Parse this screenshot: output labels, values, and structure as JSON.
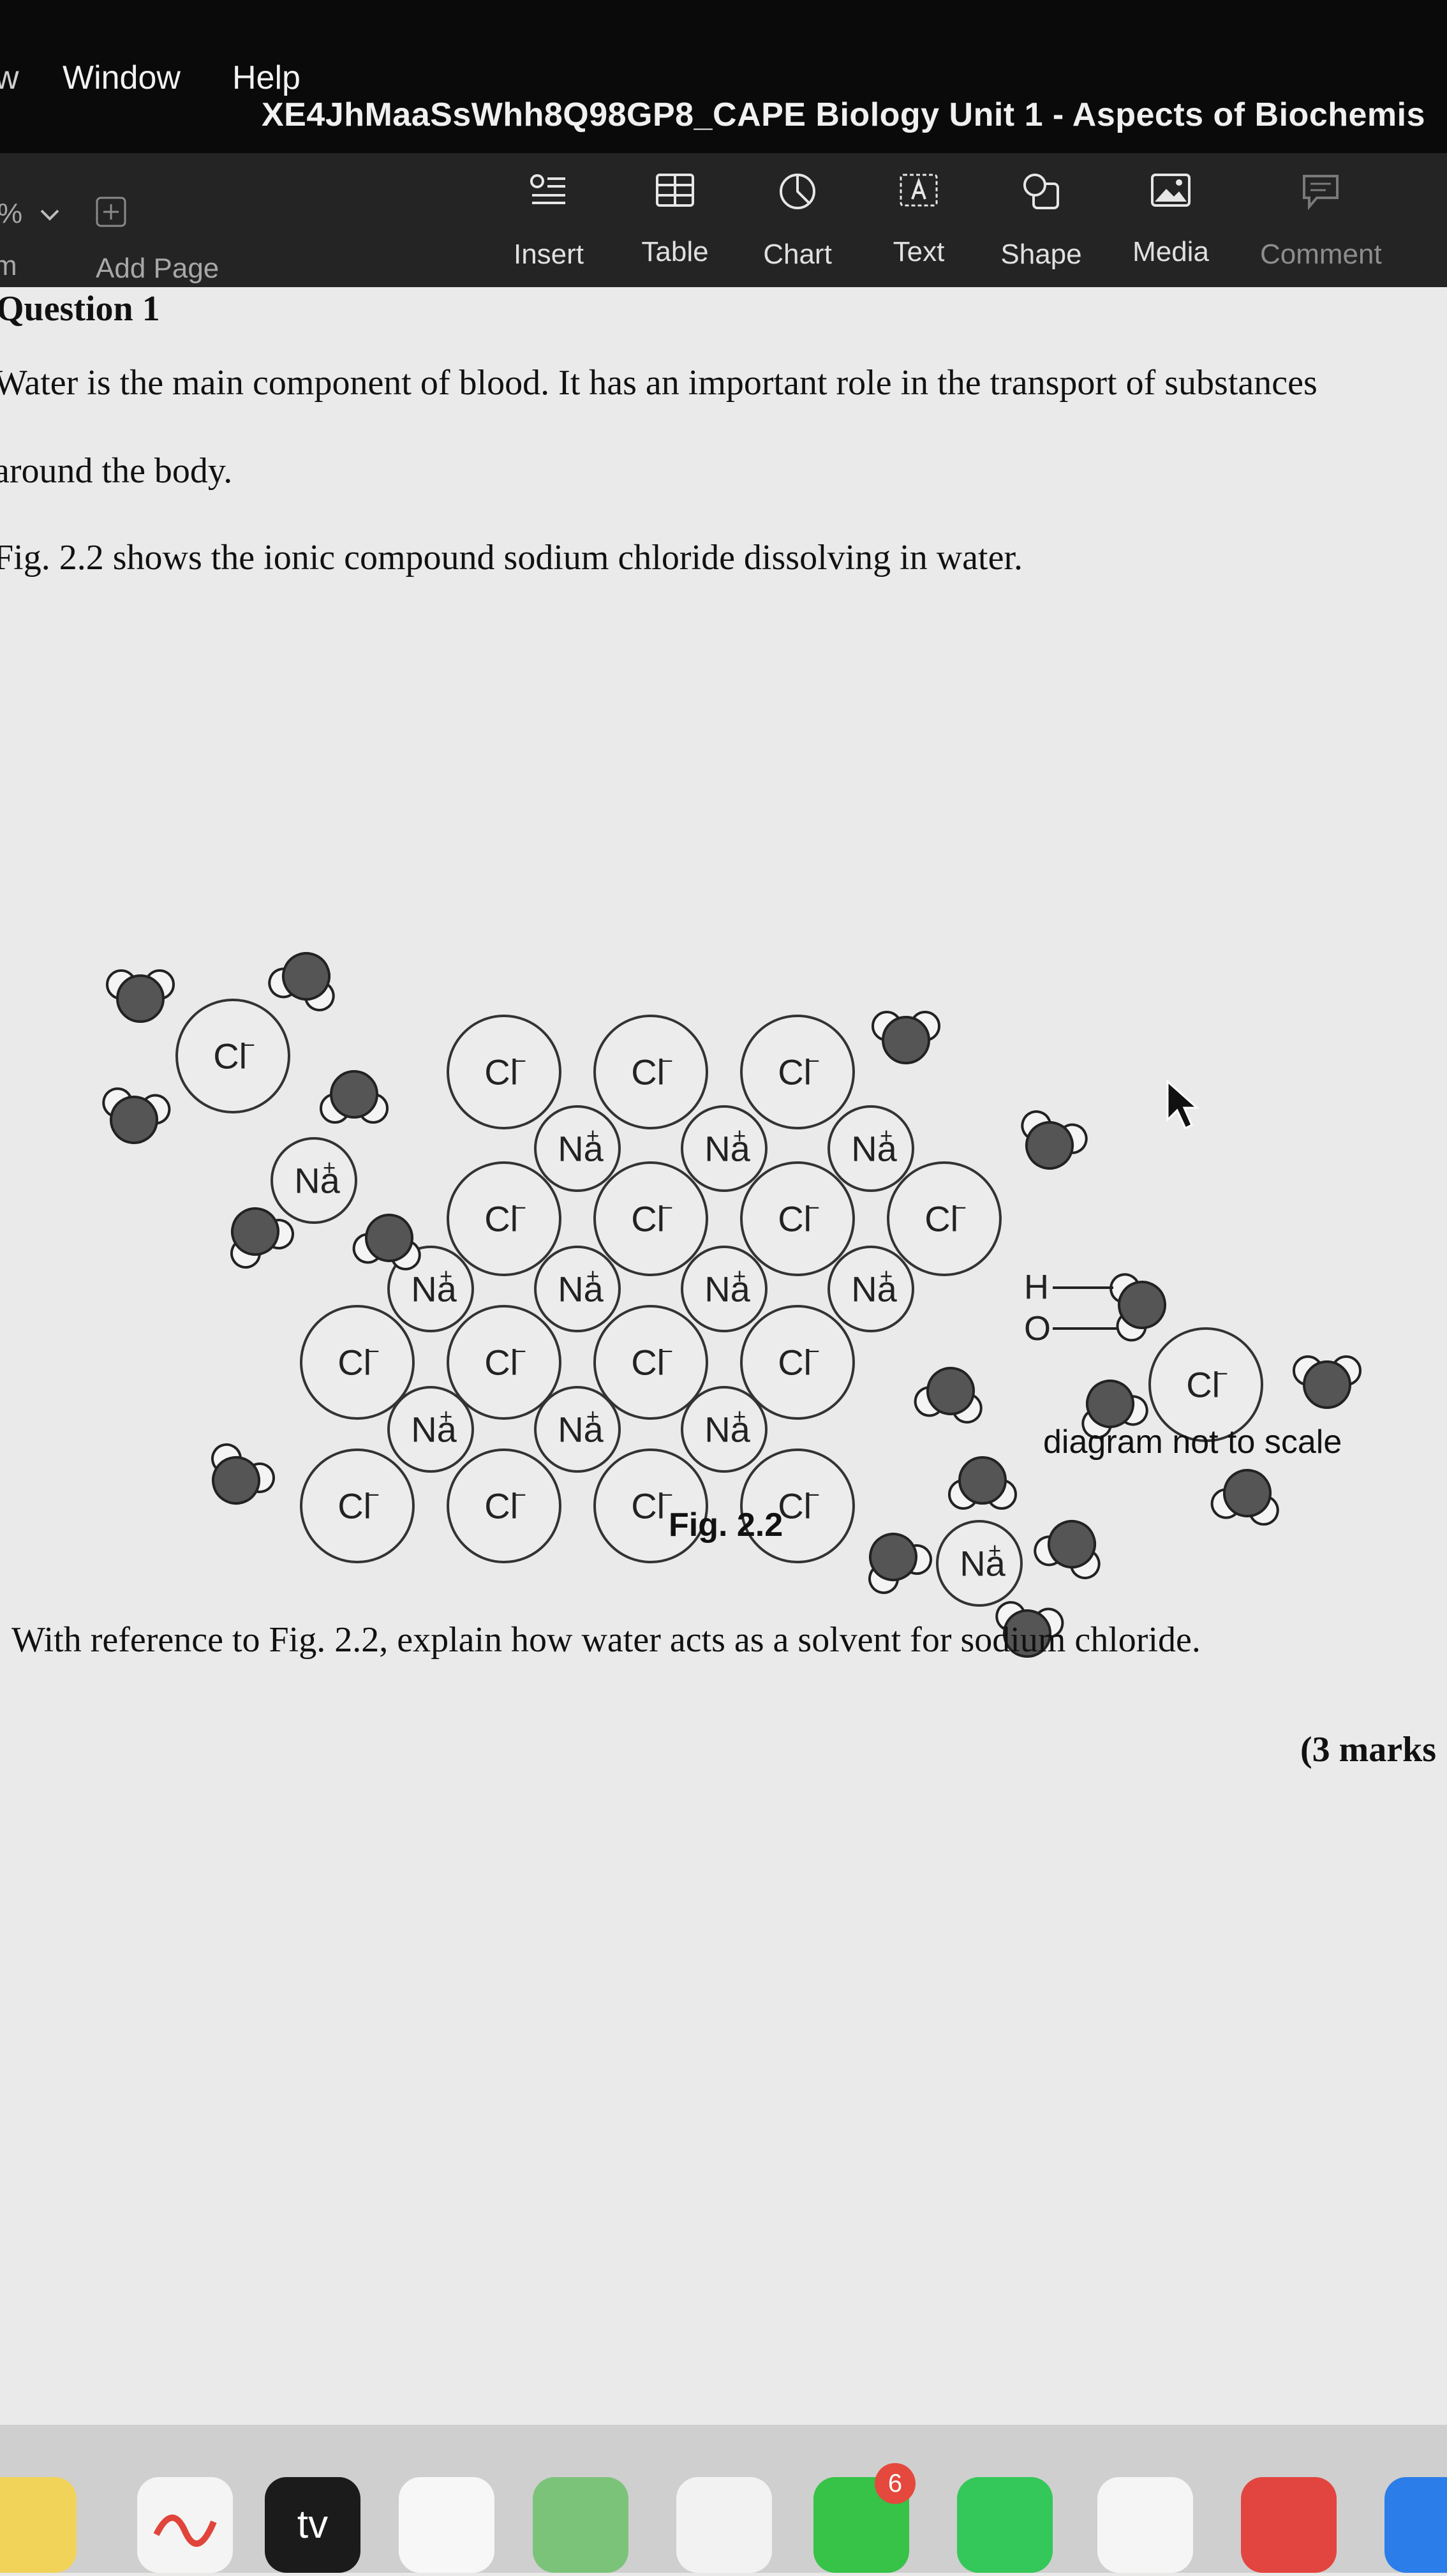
{
  "menubar": {
    "items": [
      "Window",
      "Help"
    ],
    "partial_left": "w"
  },
  "document": {
    "title": "XE4JhMaaSsWhh8Q98GP8_CAPE Biology Unit 1 - Aspects of Biochemis"
  },
  "toolbar": {
    "zoom_value": "%",
    "zoom_label_partial": "m",
    "add_page_label": "Add Page",
    "tools": [
      {
        "label": "Insert",
        "icon": "insert-icon"
      },
      {
        "label": "Table",
        "icon": "table-icon"
      },
      {
        "label": "Chart",
        "icon": "chart-icon"
      },
      {
        "label": "Text",
        "icon": "text-icon"
      },
      {
        "label": "Shape",
        "icon": "shape-icon"
      },
      {
        "label": "Media",
        "icon": "media-icon"
      },
      {
        "label": "Comment",
        "icon": "comment-icon"
      }
    ]
  },
  "page": {
    "question_title": "Question 1",
    "para1_line1": "Water is the main component of blood. It has an important role in the transport of substances",
    "para1_line2": "around the body.",
    "para2": "Fig. 2.2 shows the ionic compound sodium chloride dissolving in water.",
    "figure": {
      "chloride_label": "Cl",
      "chloride_charge": "–",
      "sodium_label": "Na",
      "sodium_charge": "+",
      "hydrogen_label": "H",
      "oxygen_label": "O",
      "note": "diagram not to scale",
      "caption": "Fig. 2.2"
    },
    "prompt": "With reference to Fig. 2.2, explain how water acts as a solvent for sodium chloride.",
    "marks": "(3 marks"
  },
  "dock": {
    "tv_label": "tv",
    "badge_count": "6"
  },
  "colors": {
    "menubar_bg": "#0a0a0a",
    "toolbar_bg": "#242424",
    "page_bg": "#eaeaea",
    "ion_stroke": "#333333",
    "oxygen_fill": "#555555"
  }
}
